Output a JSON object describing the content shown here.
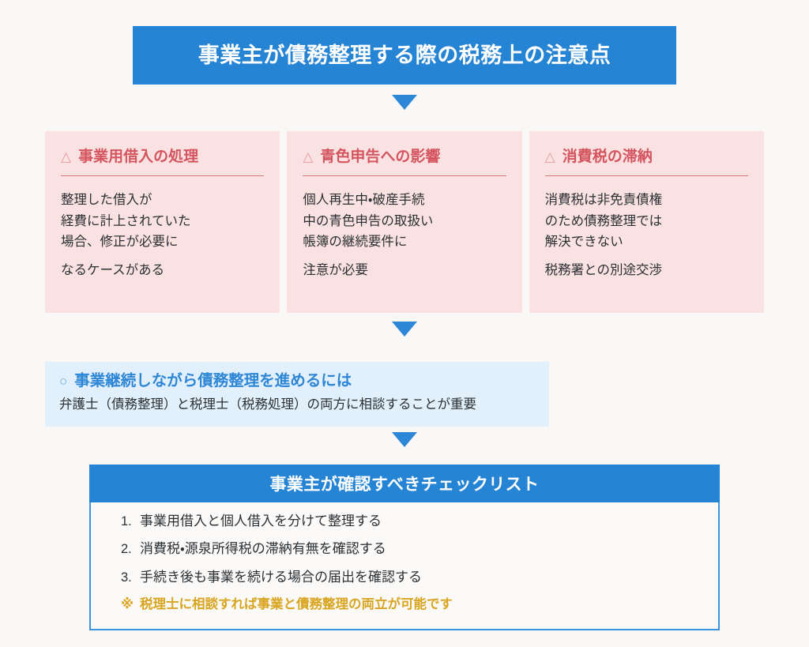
{
  "header": {
    "title": "事業主が債務整理する際の税務上の注意点"
  },
  "icons": {
    "arrow_down": "▼",
    "warning_triangle": "△",
    "circle": "○",
    "note_mark": "※"
  },
  "colors": {
    "brand_blue": "#2684D4",
    "arrow_blue": "#2E86D6",
    "card_pink_bg": "#FBE2E2",
    "card_heading_red": "#D4555F",
    "panel_light_blue_bg": "#E2F0FB",
    "note_gold": "#D9A520",
    "page_bg": "#F9F8F6"
  },
  "cards": [
    {
      "icon": "△",
      "heading": "事業用借入の処理",
      "paragraphs": [
        "整理した借入が\n経費に計上されていた\n場合、修正が必要に",
        "なるケースがある"
      ]
    },
    {
      "icon": "△",
      "heading": "青色申告への影響",
      "paragraphs": [
        "個人再生中・破産手続\n中の青色申告の取扱い\n帳簿の継続要件に",
        "注意が必要"
      ]
    },
    {
      "icon": "△",
      "heading": "消費税の滞納",
      "paragraphs": [
        "消費税は非免責債権\nのため債務整理では\n解決できない",
        "税務署との別途交渉"
      ]
    }
  ],
  "blue_panel": {
    "icon": "○",
    "heading": "事業継続しながら債務整理を進めるには",
    "subtext": "弁護士（債務整理）と税理士（税務処理）の両方に相談することが重要"
  },
  "checklist": {
    "title": "事業主が確認すべきチェックリスト",
    "items": [
      {
        "num": "1.",
        "text": "事業用借入と個人借入を分けて整理する"
      },
      {
        "num": "2.",
        "text": "消費税・源泉所得税の滞納有無を確認する"
      },
      {
        "num": "3.",
        "text": "手続き後も事業を続ける場合の届出を確認する"
      }
    ],
    "note_mark": "※",
    "note": "税理士に相談すれば事業と債務整理の両立が可能です"
  }
}
